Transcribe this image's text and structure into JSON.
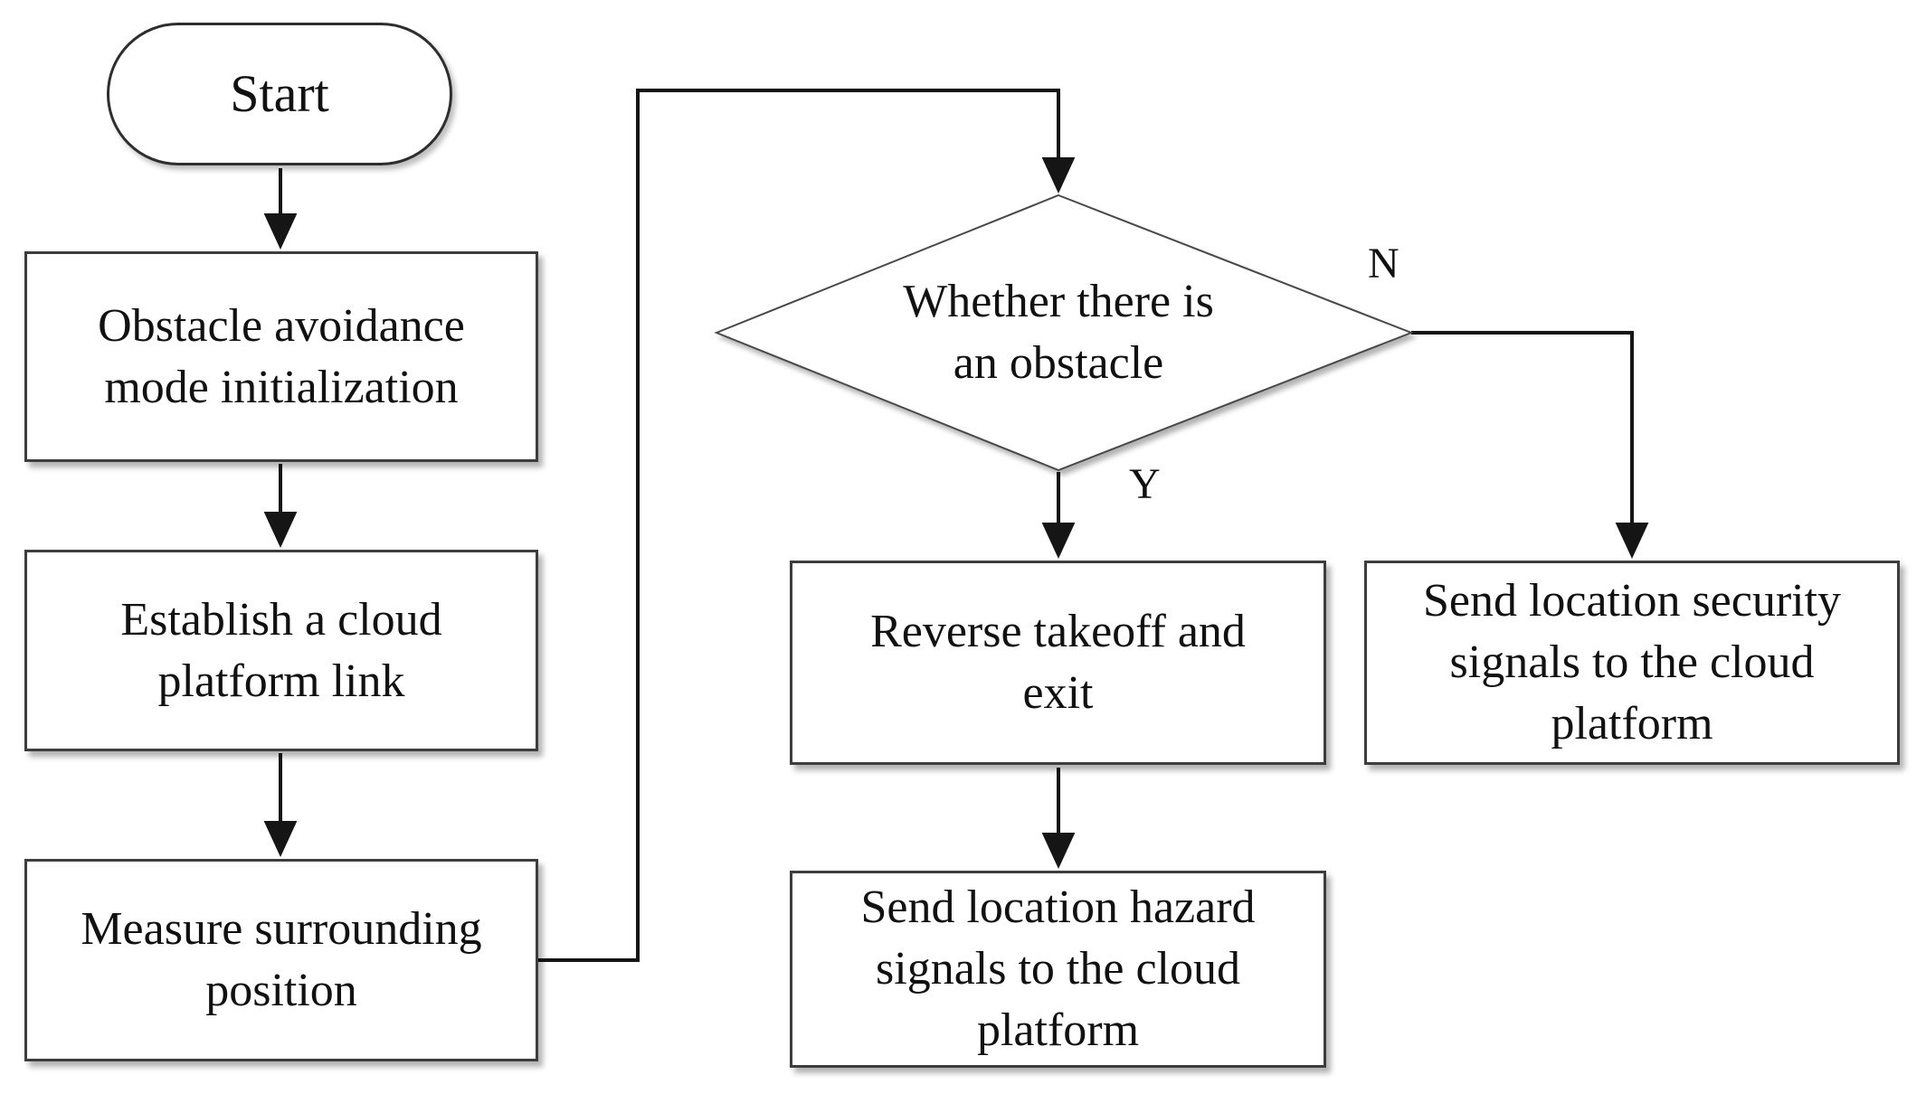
{
  "diagram": {
    "background_color": "#ffffff",
    "line_color": "#151515",
    "border_color": "#3d3d3d",
    "text_color": "#111111",
    "nodes": {
      "start": {
        "shape": "stadium",
        "lines": [
          "Start"
        ]
      },
      "init": {
        "shape": "process",
        "lines": [
          "Obstacle avoidance",
          "mode initialization"
        ]
      },
      "cloud_link": {
        "shape": "process",
        "lines": [
          "Establish a cloud",
          "platform link"
        ]
      },
      "measure": {
        "shape": "process",
        "lines": [
          "Measure surrounding",
          "position"
        ]
      },
      "obstacle_decision": {
        "shape": "decision",
        "lines": [
          "Whether there is",
          "an obstacle"
        ]
      },
      "reverse_exit": {
        "shape": "process",
        "lines": [
          "Reverse takeoff and",
          "exit"
        ]
      },
      "hazard_signal": {
        "shape": "process",
        "lines": [
          "Send location hazard",
          "signals to the cloud",
          "platform"
        ]
      },
      "security_signal": {
        "shape": "process",
        "lines": [
          "Send location security",
          "signals to the cloud",
          "platform"
        ]
      }
    },
    "branch_labels": {
      "yes": "Y",
      "no": "N"
    },
    "edges": [
      {
        "from": "start",
        "to": "init"
      },
      {
        "from": "init",
        "to": "cloud_link"
      },
      {
        "from": "cloud_link",
        "to": "measure"
      },
      {
        "from": "measure",
        "to": "obstacle_decision"
      },
      {
        "from": "obstacle_decision",
        "to": "reverse_exit",
        "label": "Y"
      },
      {
        "from": "reverse_exit",
        "to": "hazard_signal"
      },
      {
        "from": "obstacle_decision",
        "to": "security_signal",
        "label": "N"
      }
    ]
  }
}
